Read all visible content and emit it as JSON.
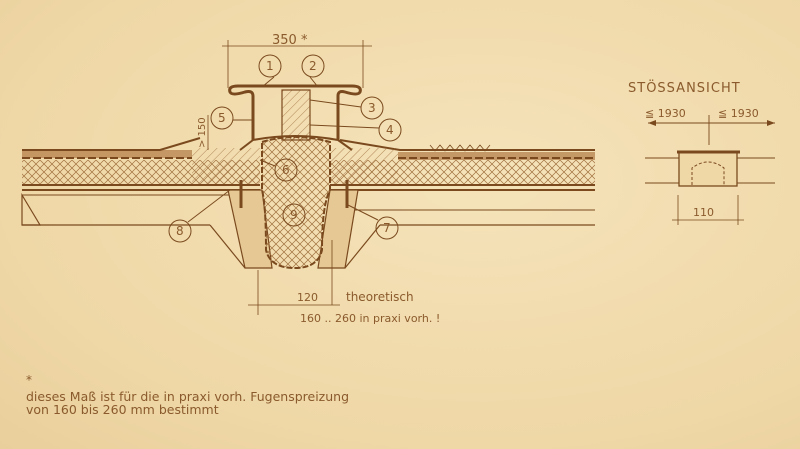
{
  "drawing": {
    "dimension_top": "350 *",
    "height_dimension": "> 150",
    "callouts": [
      "1",
      "2",
      "3",
      "4",
      "5",
      "6",
      "7",
      "8",
      "9"
    ],
    "gap_dimension": "120",
    "gap_note_1": "theoretisch",
    "gap_note_2": "160 .. 260 in praxi vorh. !"
  },
  "side_view": {
    "title": "STÖSSANSICHT",
    "left_spacing": "≦ 1930",
    "right_spacing": "≦ 1930",
    "width_dimension": "110"
  },
  "footnote": {
    "marker": "*",
    "line_1": "dieses Maß ist für die in praxi vorh. Fugenspreizung",
    "line_2": "von 160 bis 260 mm bestimmt"
  },
  "colors": {
    "paper": "#f1dcae",
    "ink": "#7a4a1e"
  }
}
